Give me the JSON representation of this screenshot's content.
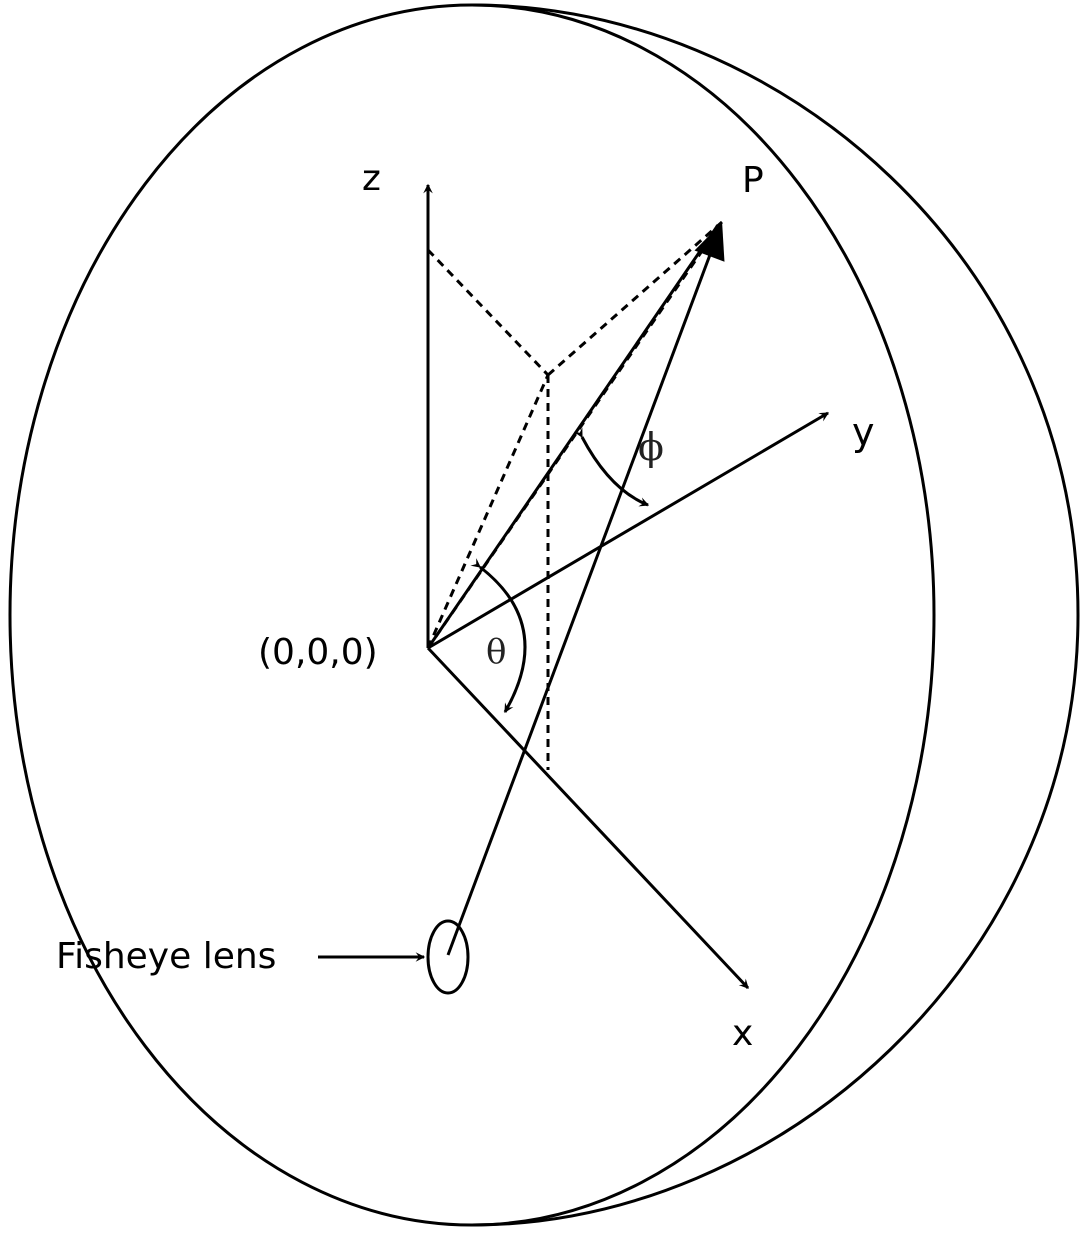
{
  "labels": {
    "axis_z": "z",
    "axis_y": "y",
    "axis_x": "x",
    "point_p": "P",
    "origin": "(0,0,0)",
    "angle_theta": "θ",
    "angle_phi": "ϕ",
    "lens": "Fisheye lens"
  }
}
